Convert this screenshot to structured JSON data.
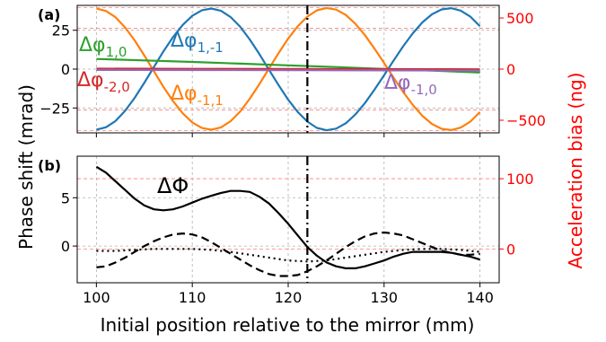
{
  "colors": {
    "blue": "#1f77b4",
    "orange": "#ff7f0e",
    "green": "#2ca02c",
    "red": "#d62728",
    "purple": "#9467bd",
    "black": "#000000",
    "bias_axis": "#ff0000",
    "grid": "#b0b0b0",
    "ref": "#ff7f7f"
  },
  "figure": {
    "ylabel_left": "Phase shift (mrad)",
    "ylabel_right": "Acceleration bias (ng)",
    "xlabel": "Initial position relative to the mirror (mm)",
    "x_ticks": [
      "100",
      "110",
      "120",
      "130",
      "140"
    ],
    "marker_x": 122
  },
  "chart_data": [
    {
      "type": "line",
      "panel_label": "(a)",
      "xlim": [
        98,
        142
      ],
      "ylim": [
        -41,
        41
      ],
      "y2lim": [
        -623,
        623
      ],
      "y_ticks": [
        {
          "value": 25,
          "label": "25"
        },
        {
          "value": 0,
          "label": "0"
        },
        {
          "value": -25,
          "label": "−25"
        }
      ],
      "y2_ticks": [
        {
          "value": 500,
          "label": "500"
        },
        {
          "value": 0,
          "label": "0"
        },
        {
          "value": -500,
          "label": "−500"
        }
      ],
      "ref_lines_y2": [
        600,
        400,
        -400,
        -600
      ],
      "series": [
        {
          "name": "Δφ1,-1",
          "main": "Δφ",
          "sub": "1,-1",
          "color_key": "blue",
          "style": "solid",
          "x": [
            100,
            101,
            102,
            103,
            104,
            105,
            106,
            107,
            108,
            109,
            110,
            111,
            112,
            113,
            114,
            115,
            116,
            117,
            118,
            119,
            120,
            121,
            122,
            123,
            124,
            125,
            126,
            127,
            128,
            129,
            130,
            131,
            132,
            133,
            134,
            135,
            136,
            137,
            138,
            139,
            140
          ],
          "y": [
            -38.9,
            -37.4,
            -33.4,
            -26.8,
            -18.4,
            -8.7,
            1.4,
            11.5,
            20.6,
            28.4,
            34.3,
            37.9,
            39.0,
            37.5,
            33.5,
            27.2,
            19.0,
            9.6,
            -0.4,
            -10.3,
            -19.7,
            -27.6,
            -33.8,
            -37.8,
            -39.3,
            -38.3,
            -34.9,
            -29.2,
            -21.8,
            -13.2,
            -4.0,
            5.6,
            14.8,
            23.1,
            30.1,
            35.3,
            38.4,
            39.2,
            37.6,
            33.7,
            27.6
          ]
        },
        {
          "name": "Δφ-1,1",
          "main": "Δφ",
          "sub": "-1,1",
          "color_key": "orange",
          "style": "solid",
          "x": [
            100,
            101,
            102,
            103,
            104,
            105,
            106,
            107,
            108,
            109,
            110,
            111,
            112,
            113,
            114,
            115,
            116,
            117,
            118,
            119,
            120,
            121,
            122,
            123,
            124,
            125,
            126,
            127,
            128,
            129,
            130,
            131,
            132,
            133,
            134,
            135,
            136,
            137,
            138,
            139,
            140
          ],
          "y": [
            38.9,
            37.4,
            33.4,
            26.8,
            18.4,
            8.7,
            -1.4,
            -11.5,
            -20.6,
            -28.4,
            -34.3,
            -37.9,
            -39.0,
            -37.5,
            -33.5,
            -27.2,
            -19.0,
            -9.6,
            0.4,
            10.3,
            19.7,
            27.6,
            33.8,
            37.8,
            39.3,
            38.3,
            34.9,
            29.2,
            21.8,
            13.2,
            4.0,
            -5.6,
            -14.8,
            -23.1,
            -30.1,
            -35.3,
            -38.4,
            -39.2,
            -37.6,
            -33.7,
            -27.6
          ]
        },
        {
          "name": "Δφ1,0",
          "main": "Δφ",
          "sub": "1,0",
          "color_key": "green",
          "style": "solid",
          "x": [
            100,
            105,
            110,
            115,
            120,
            125,
            130,
            135,
            140
          ],
          "y": [
            6.5,
            5.6,
            4.6,
            3.5,
            2.4,
            1.3,
            0.1,
            -1.0,
            -2.2
          ]
        },
        {
          "name": "Δφ-2,0",
          "main": "Δφ",
          "sub": "-2,0",
          "color_key": "red",
          "style": "solid",
          "x": [
            100,
            110,
            120,
            130,
            140
          ],
          "y": [
            0.3,
            0.2,
            0.1,
            0.0,
            -0.1
          ]
        },
        {
          "name": "Δφ-1,0",
          "main": "Δφ",
          "sub": "-1,0",
          "color_key": "purple",
          "style": "solid",
          "x": [
            100,
            110,
            120,
            130,
            140
          ],
          "y": [
            -0.5,
            -0.6,
            -0.7,
            -0.8,
            -0.9
          ]
        }
      ]
    },
    {
      "type": "line",
      "panel_label": "(b)",
      "xlim": [
        98,
        142
      ],
      "ylim": [
        -3.8,
        9.3
      ],
      "y2lim": [
        -48,
        132
      ],
      "y_ticks": [
        {
          "value": 5,
          "label": "5"
        },
        {
          "value": 0,
          "label": "0"
        }
      ],
      "y2_ticks": [
        {
          "value": 100,
          "label": "100"
        },
        {
          "value": 0,
          "label": "0"
        }
      ],
      "ref_lines_y2": [
        100,
        0
      ],
      "series": [
        {
          "name": "ΔΦ",
          "main": "ΔΦ",
          "sub": "",
          "color_key": "black",
          "style": "solid",
          "x": [
            100,
            101,
            102,
            103,
            104,
            105,
            106,
            107,
            108,
            109,
            110,
            111,
            112,
            113,
            114,
            115,
            116,
            117,
            118,
            119,
            120,
            121,
            122,
            123,
            124,
            125,
            126,
            127,
            128,
            129,
            130,
            131,
            132,
            133,
            134,
            135,
            136,
            137,
            138,
            139,
            140
          ],
          "y": [
            8.2,
            7.6,
            6.7,
            5.8,
            4.9,
            4.2,
            3.8,
            3.7,
            3.8,
            4.1,
            4.5,
            4.9,
            5.2,
            5.5,
            5.7,
            5.7,
            5.6,
            5.1,
            4.4,
            3.4,
            2.3,
            1.1,
            -0.1,
            -1.0,
            -1.7,
            -2.1,
            -2.3,
            -2.3,
            -2.1,
            -1.8,
            -1.5,
            -1.1,
            -0.8,
            -0.6,
            -0.6,
            -0.6,
            -0.6,
            -0.7,
            -0.9,
            -1.1,
            -1.4
          ]
        },
        {
          "name": "dashed",
          "main": "",
          "sub": "",
          "color_key": "black",
          "style": "dashed",
          "x": [
            100,
            101,
            102,
            103,
            104,
            105,
            106,
            107,
            108,
            109,
            110,
            111,
            112,
            113,
            114,
            115,
            116,
            117,
            118,
            119,
            120,
            121,
            122,
            123,
            124,
            125,
            126,
            127,
            128,
            129,
            130,
            131,
            132,
            133,
            134,
            135,
            136,
            137,
            138,
            139,
            140
          ],
          "y": [
            -2.2,
            -2.1,
            -1.7,
            -1.2,
            -0.6,
            0.0,
            0.5,
            0.9,
            1.2,
            1.3,
            1.2,
            0.9,
            0.4,
            -0.2,
            -0.8,
            -1.4,
            -2.0,
            -2.5,
            -2.9,
            -3.1,
            -3.1,
            -3.0,
            -2.6,
            -2.1,
            -1.5,
            -0.8,
            -0.1,
            0.5,
            1.0,
            1.3,
            1.4,
            1.3,
            1.1,
            0.7,
            0.3,
            -0.1,
            -0.5,
            -0.7,
            -0.9,
            -0.9,
            -0.8
          ]
        },
        {
          "name": "dotted",
          "main": "",
          "sub": "",
          "color_key": "black",
          "style": "dotted",
          "x": [
            100,
            102,
            104,
            106,
            108,
            110,
            112,
            114,
            116,
            118,
            120,
            122,
            124,
            126,
            128,
            130,
            132,
            134,
            136,
            138,
            140
          ],
          "y": [
            -0.5,
            -0.5,
            -0.4,
            -0.3,
            -0.3,
            -0.3,
            -0.4,
            -0.6,
            -0.9,
            -1.2,
            -1.5,
            -1.6,
            -1.5,
            -1.2,
            -0.9,
            -0.6,
            -0.4,
            -0.3,
            -0.3,
            -0.4,
            -0.6
          ]
        }
      ]
    }
  ]
}
